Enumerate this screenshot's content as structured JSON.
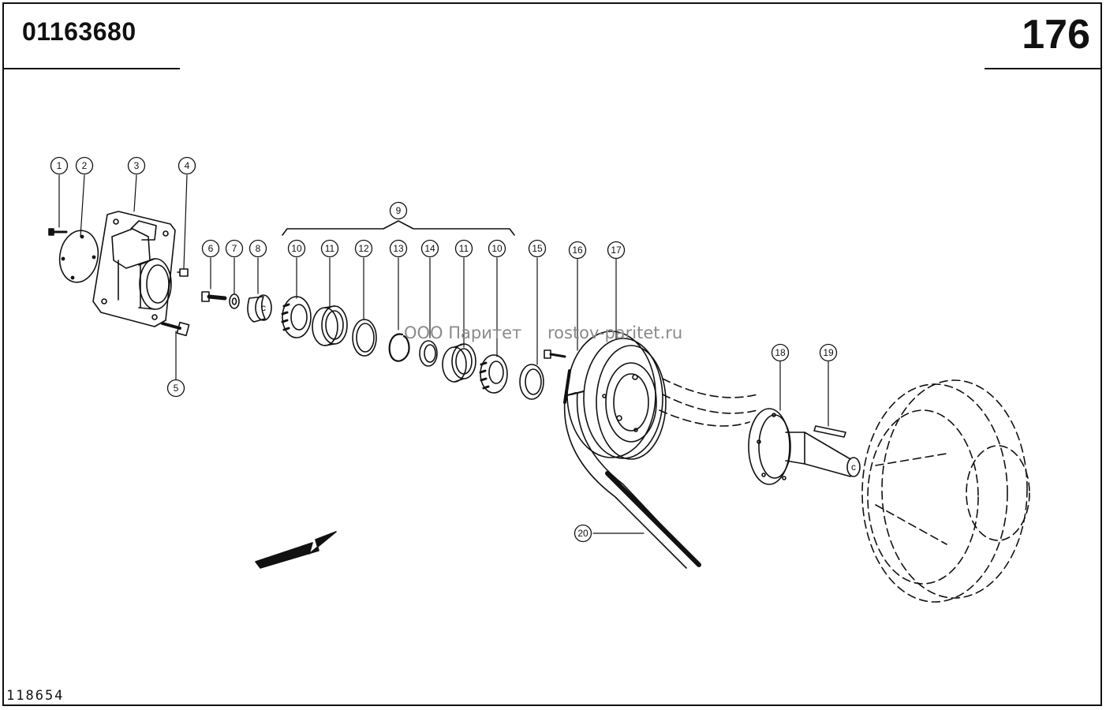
{
  "header": {
    "document_number": "01163680",
    "page_number": "176"
  },
  "footer": {
    "drawing_id": "118654"
  },
  "watermark": {
    "company": "ООО Паритет",
    "site": "rostov-paritet.ru"
  },
  "callouts": [
    {
      "id": "c1",
      "label": "1"
    },
    {
      "id": "c2",
      "label": "2"
    },
    {
      "id": "c3",
      "label": "3"
    },
    {
      "id": "c4",
      "label": "4"
    },
    {
      "id": "c5",
      "label": "5"
    },
    {
      "id": "c6",
      "label": "6"
    },
    {
      "id": "c7",
      "label": "7"
    },
    {
      "id": "c8",
      "label": "8"
    },
    {
      "id": "c9",
      "label": "9"
    },
    {
      "id": "c10a",
      "label": "10"
    },
    {
      "id": "c11a",
      "label": "11"
    },
    {
      "id": "c12",
      "label": "12"
    },
    {
      "id": "c13",
      "label": "13"
    },
    {
      "id": "c14",
      "label": "14"
    },
    {
      "id": "c11b",
      "label": "11"
    },
    {
      "id": "c10b",
      "label": "10"
    },
    {
      "id": "c15",
      "label": "15"
    },
    {
      "id": "c16",
      "label": "16"
    },
    {
      "id": "c17",
      "label": "17"
    },
    {
      "id": "c18",
      "label": "18"
    },
    {
      "id": "c19",
      "label": "19"
    },
    {
      "id": "c20",
      "label": "20"
    }
  ]
}
